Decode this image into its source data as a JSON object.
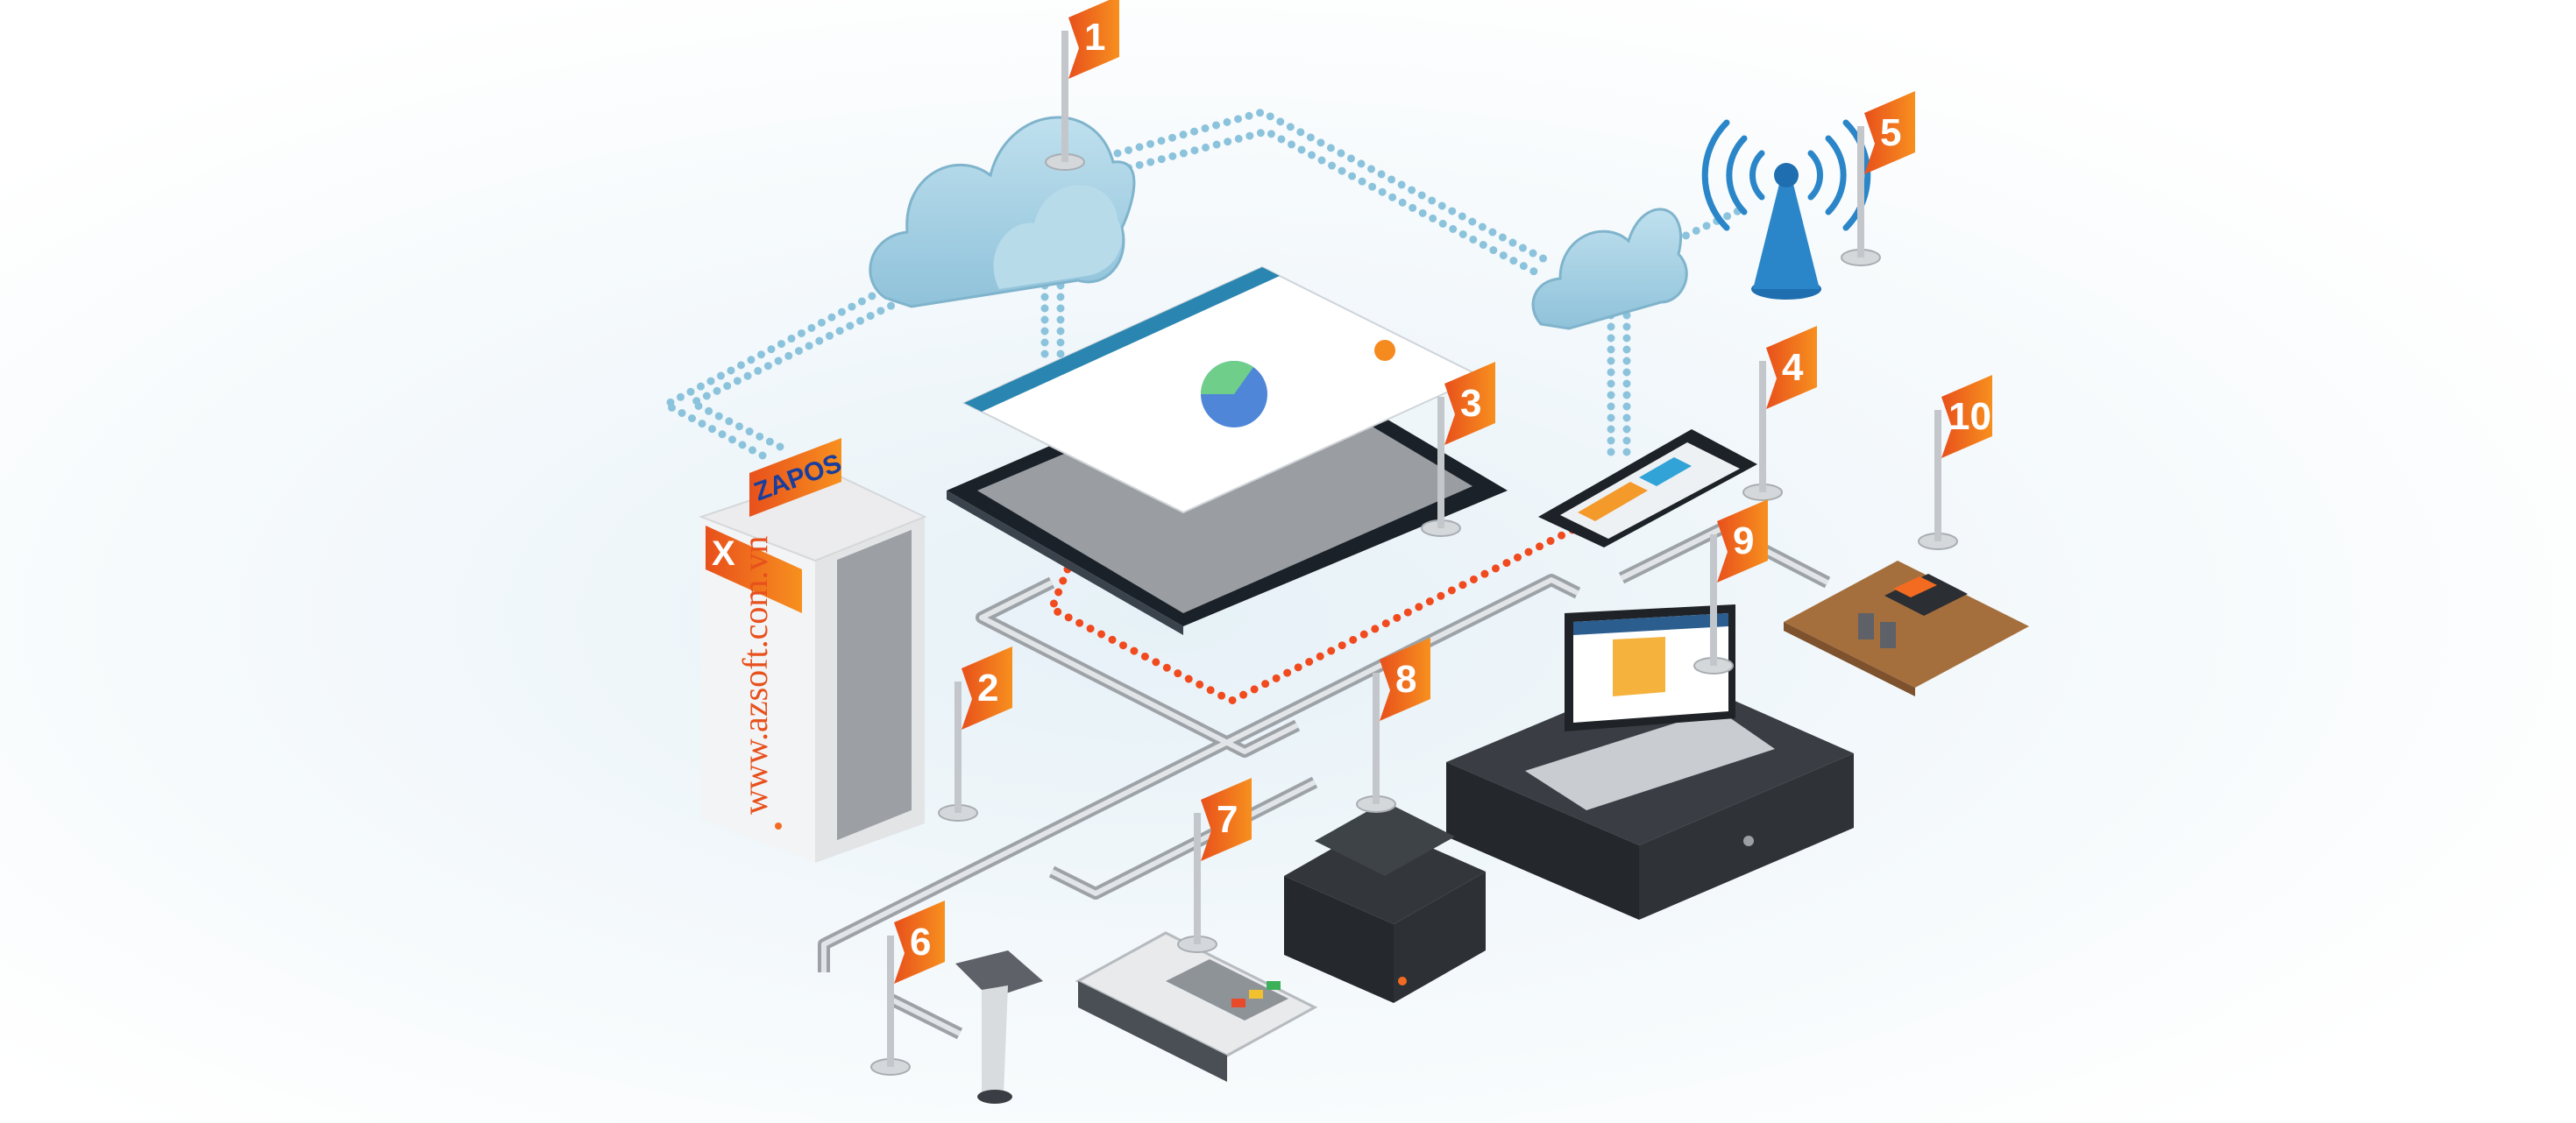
{
  "title": "ZAPOS system diagram",
  "brand": {
    "logo_text": "ZAPOS",
    "website": "www.azsoft.com.vn"
  },
  "flags": [
    {
      "number": "1",
      "device": "cloud-server"
    },
    {
      "number": "2",
      "device": "headquarters-building"
    },
    {
      "number": "3",
      "device": "tablet"
    },
    {
      "number": "4",
      "device": "smartphone"
    },
    {
      "number": "5",
      "device": "wifi-tower"
    },
    {
      "number": "6",
      "device": "barcode-scanner"
    },
    {
      "number": "7",
      "device": "card-terminal"
    },
    {
      "number": "8",
      "device": "receipt-printer"
    },
    {
      "number": "9",
      "device": "laptop-cash-drawer"
    },
    {
      "number": "10",
      "device": "circuit-board"
    }
  ],
  "colors": {
    "accent": "#f26b21",
    "cloud": "#a9d3e6",
    "network_dots": "#8cc3dc",
    "cable": "#b5b9bd",
    "device_dark": "#2b2e33"
  }
}
